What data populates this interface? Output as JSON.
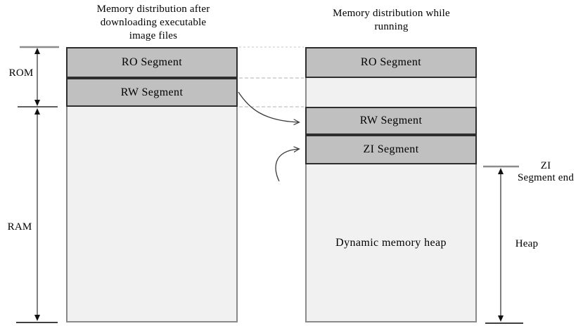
{
  "left_panel": {
    "title": "Memory distribution after downloading executable image files",
    "segments": [
      "RO Segment",
      "RW Segment"
    ],
    "rom_label": "ROM",
    "ram_label": "RAM"
  },
  "right_panel": {
    "title": "Memory distribution while running",
    "segments": [
      "RO Segment",
      "RW Segment",
      "ZI Segment"
    ],
    "heap_area_label": "Dynamic memory heap",
    "zi_end_label_line1": "ZI",
    "zi_end_label_line2": "Segment end",
    "heap_measure_label": "Heap"
  },
  "colors": {
    "background": "#ffffff",
    "segment_fill": "#c0c0c0",
    "empty_fill": "#f1f1f1",
    "segment_border": "#2e2e2e",
    "column_border": "#8a8a8a",
    "gray_tick": "#8c8c8c",
    "black_line": "#000000",
    "dashed_connector_light": "#d8d8d8",
    "dashed_connector": "#b0b0b0",
    "arrow_stroke": "#3a3a3a",
    "text": "#000000"
  }
}
